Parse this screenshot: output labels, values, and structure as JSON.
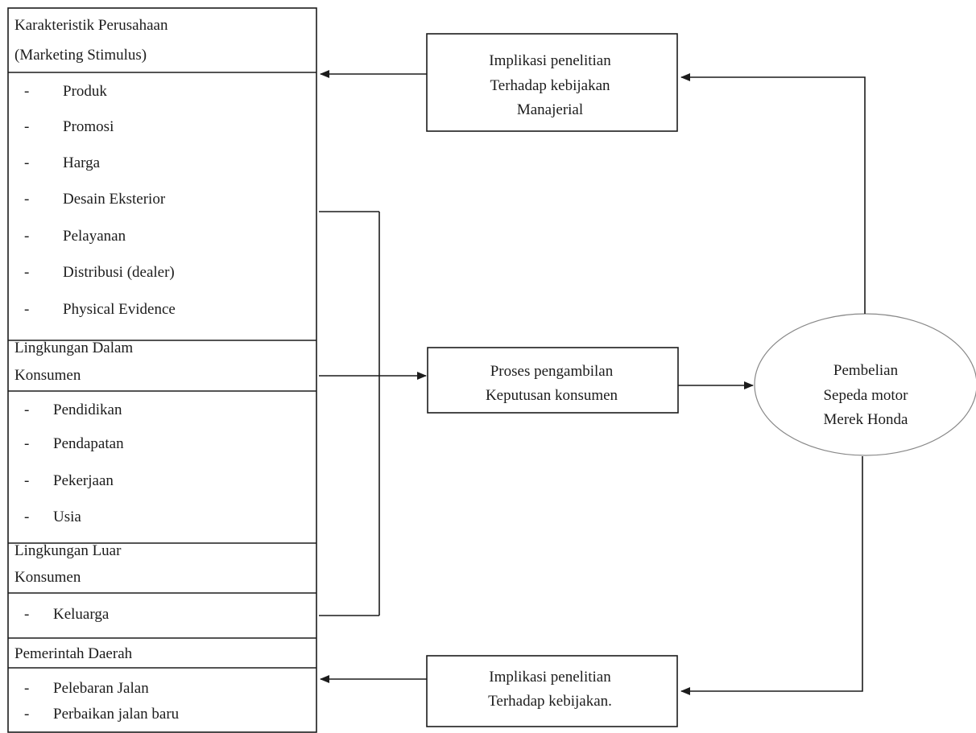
{
  "left_panel": {
    "sections": [
      {
        "heading": [
          "Karakteristik Perusahaan",
          "(Marketing Stimulus)"
        ],
        "items": [
          "Produk",
          "Promosi",
          "Harga",
          "Desain Eksterior",
          "Pelayanan",
          "Distribusi (dealer)",
          "Physical Evidence"
        ]
      },
      {
        "heading": [
          "Lingkungan Dalam",
          "Konsumen"
        ],
        "items": [
          "Pendidikan",
          "Pendapatan",
          "Pekerjaan",
          "Usia"
        ]
      },
      {
        "heading": [
          "Lingkungan Luar",
          "Konsumen"
        ],
        "items": [
          "Keluarga"
        ]
      },
      {
        "heading": [
          "Pemerintah Daerah"
        ],
        "items": [
          "Pelebaran Jalan",
          "Perbaikan jalan baru"
        ]
      }
    ],
    "bullet": "-"
  },
  "boxes": {
    "implikasi_top": [
      "Implikasi penelitian",
      "Terhadap kebijakan",
      "Manajerial"
    ],
    "proses": [
      "Proses pengambilan",
      "Keputusan konsumen"
    ],
    "implikasi_bottom": [
      "Implikasi penelitian",
      "Terhadap kebijakan."
    ]
  },
  "ellipse": {
    "lines": [
      "Pembelian",
      "Sepeda motor",
      "Merek Honda"
    ]
  }
}
